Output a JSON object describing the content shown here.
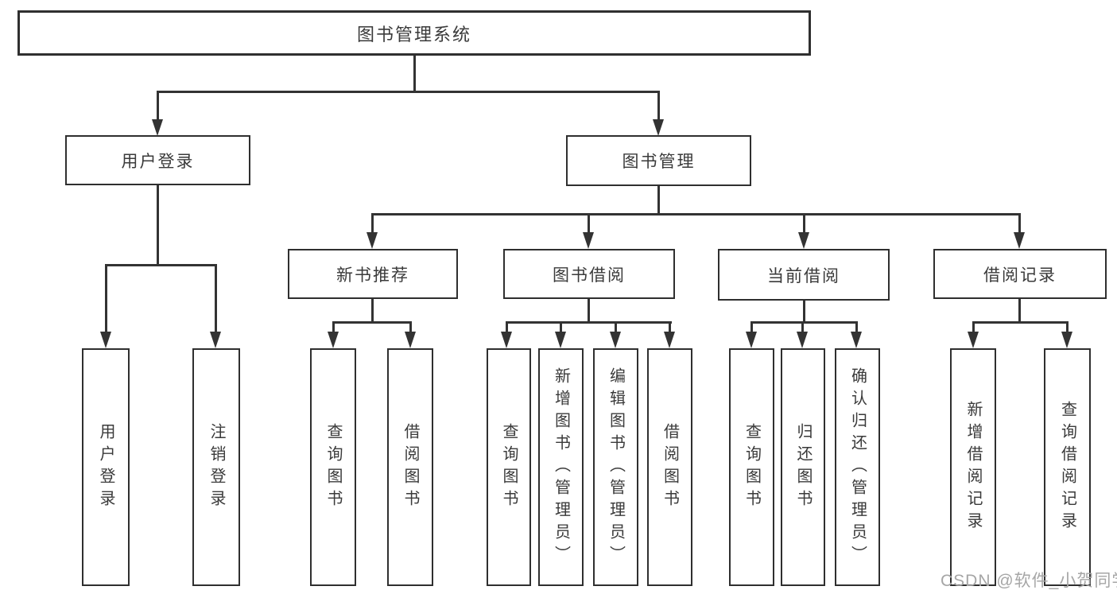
{
  "diagram": {
    "root": {
      "label": "图书管理系统"
    },
    "user_login": {
      "label": "用户登录",
      "children": [
        {
          "label": "用户登录"
        },
        {
          "label": "注销登录"
        }
      ]
    },
    "book_management": {
      "label": "图书管理",
      "groups": [
        {
          "label": "新书推荐",
          "children": [
            {
              "label": "查询图书"
            },
            {
              "label": "借阅图书"
            }
          ]
        },
        {
          "label": "图书借阅",
          "children": [
            {
              "label": "查询图书"
            },
            {
              "label": "新增图书（管理员）"
            },
            {
              "label": "编辑图书（管理员）"
            },
            {
              "label": "借阅图书"
            }
          ]
        },
        {
          "label": "当前借阅",
          "children": [
            {
              "label": "查询图书"
            },
            {
              "label": "归还图书"
            },
            {
              "label": "确认归还（管理员）"
            }
          ]
        },
        {
          "label": "借阅记录",
          "children": [
            {
              "label": "新增借阅记录"
            },
            {
              "label": "查询借阅记录"
            }
          ]
        }
      ]
    }
  },
  "watermark": {
    "text": "CSDN @软件_小贺同学"
  },
  "colors": {
    "line": "#333333",
    "text": "#3a3a3a",
    "box_background": "#ffffff",
    "page_background": "#ffffff",
    "watermark": "#a6a6a6"
  }
}
